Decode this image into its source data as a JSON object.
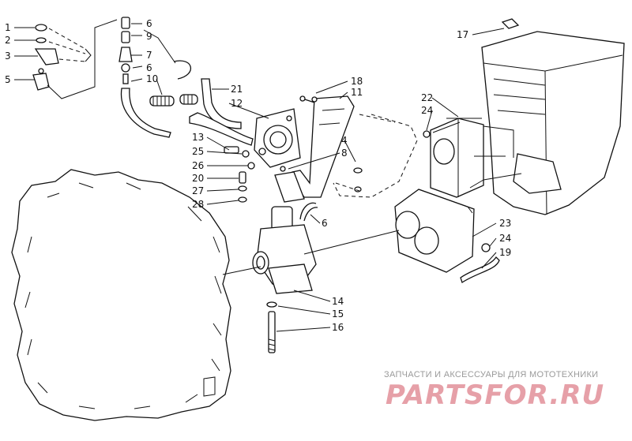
{
  "callouts": [
    {
      "n": "1"
    },
    {
      "n": "2"
    },
    {
      "n": "3"
    },
    {
      "n": "5"
    },
    {
      "n": "6"
    },
    {
      "n": "9"
    },
    {
      "n": "7"
    },
    {
      "n": "6"
    },
    {
      "n": "10"
    },
    {
      "n": "21"
    },
    {
      "n": "12"
    },
    {
      "n": "18"
    },
    {
      "n": "11"
    },
    {
      "n": "13"
    },
    {
      "n": "25"
    },
    {
      "n": "26"
    },
    {
      "n": "20"
    },
    {
      "n": "27"
    },
    {
      "n": "28"
    },
    {
      "n": "4"
    },
    {
      "n": "8"
    },
    {
      "n": "6"
    },
    {
      "n": "17"
    },
    {
      "n": "22"
    },
    {
      "n": "24"
    },
    {
      "n": "23"
    },
    {
      "n": "24"
    },
    {
      "n": "19"
    },
    {
      "n": "14"
    },
    {
      "n": "15"
    },
    {
      "n": "16"
    }
  ],
  "watermark": {
    "tagline": "ЗАПЧАСТИ И АКСЕССУАРЫ ДЛЯ МОТОТЕХНИКИ",
    "brand": "PARTSFOR.RU"
  }
}
